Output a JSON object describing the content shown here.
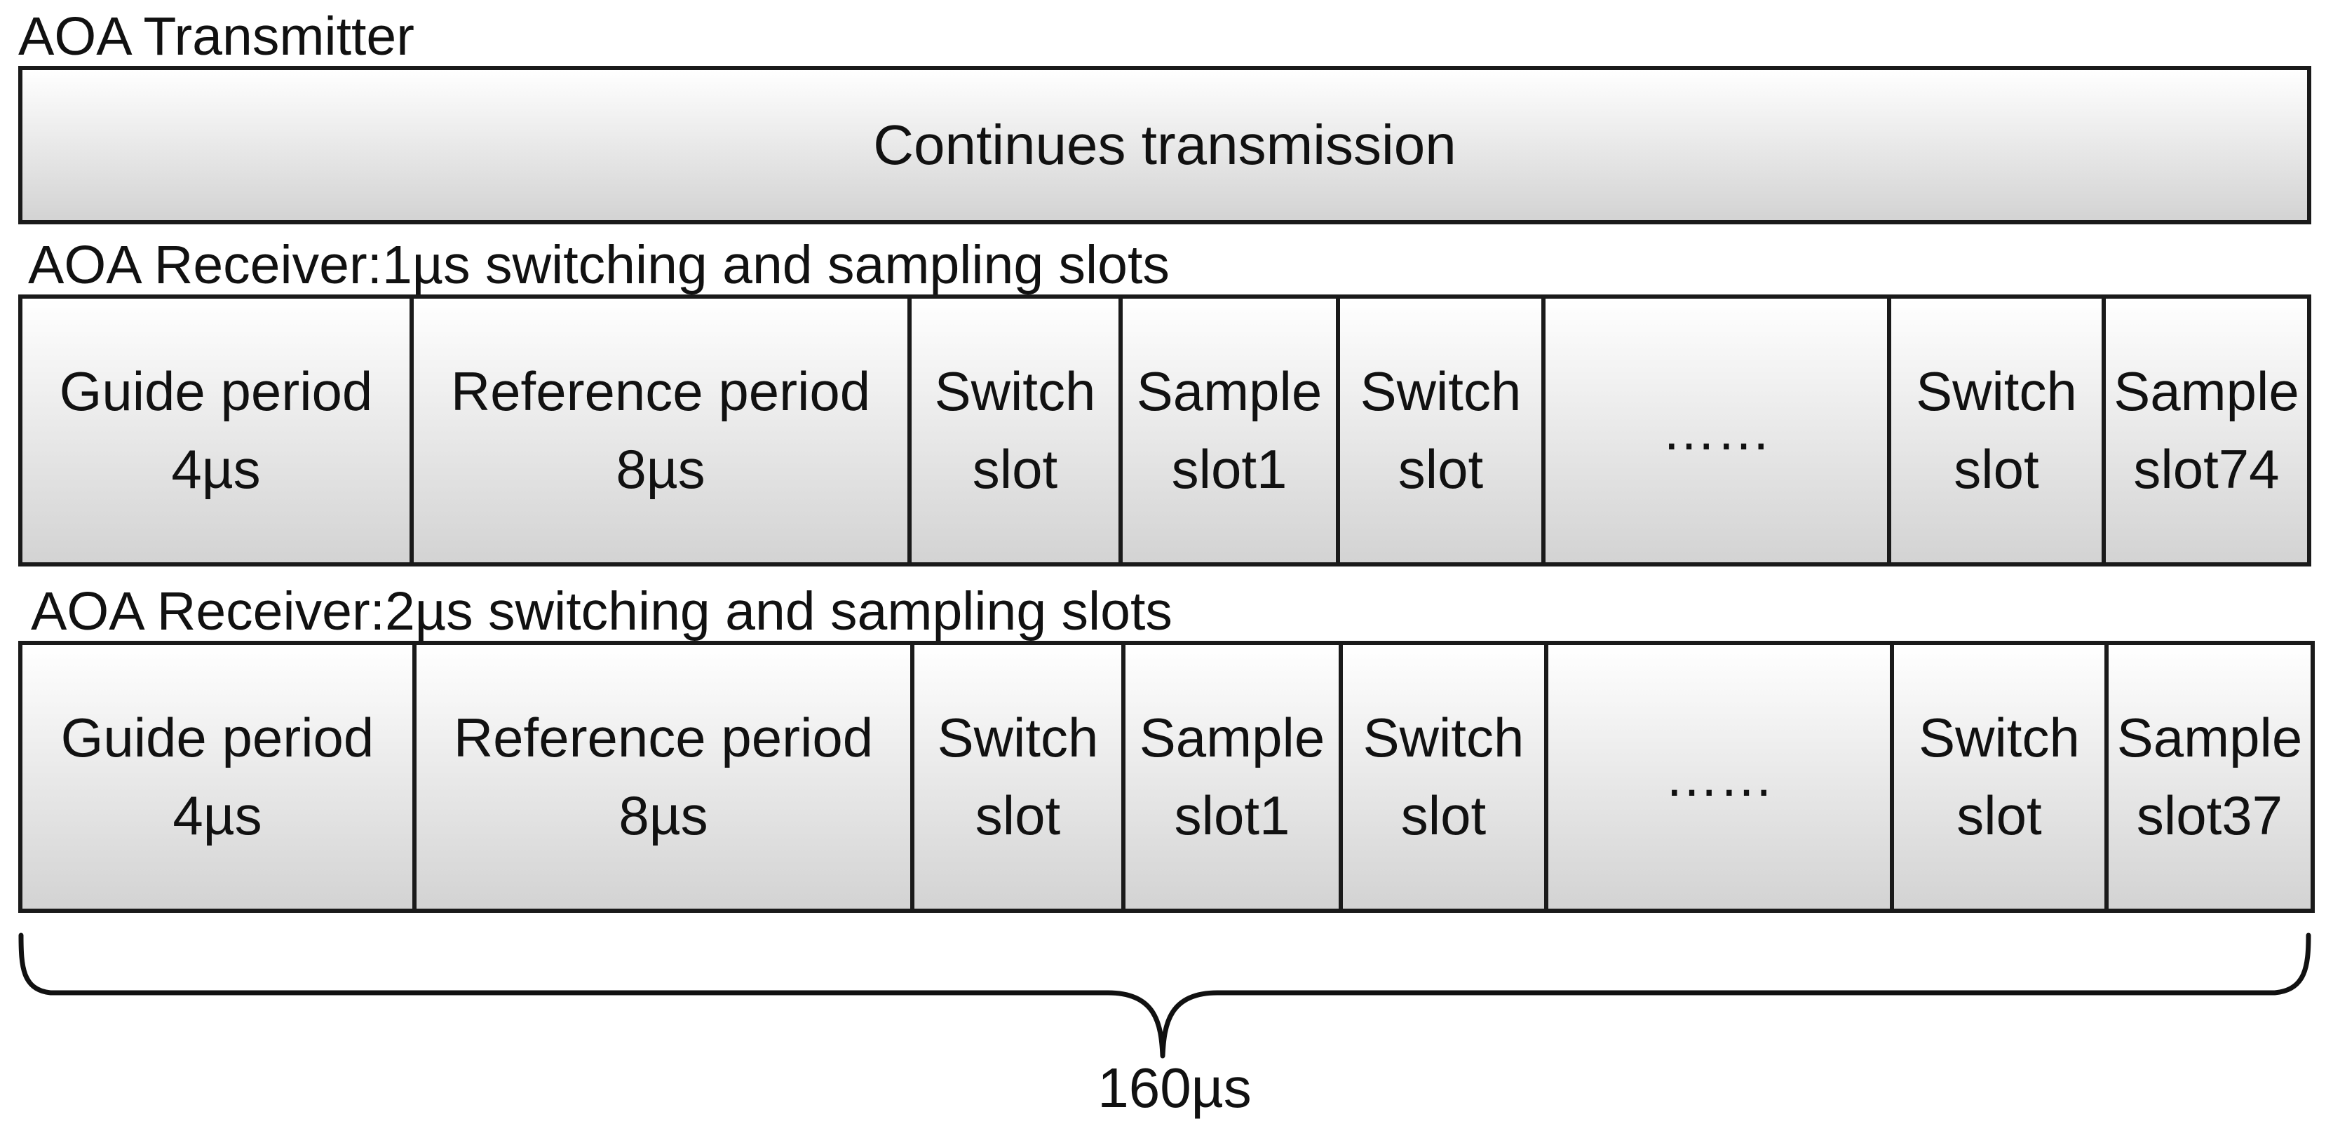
{
  "transmitter": {
    "label": "AOA Transmitter",
    "bar_text": "Continues transmission"
  },
  "receiver_1us": {
    "label": "AOA Receiver:1µs switching and sampling slots",
    "cells": [
      {
        "line1": "Guide period",
        "line2": "4µs"
      },
      {
        "line1": "Reference period",
        "line2": "8µs"
      },
      {
        "line1": "Switch",
        "line2": "slot"
      },
      {
        "line1": "Sample",
        "line2": "slot1"
      },
      {
        "line1": "Switch",
        "line2": "slot"
      },
      {
        "line1": "……",
        "line2": ""
      },
      {
        "line1": "Switch",
        "line2": "slot"
      },
      {
        "line1": "Sample",
        "line2": "slot74"
      }
    ]
  },
  "receiver_2us": {
    "label": "AOA Receiver:2µs switching and sampling slots",
    "cells": [
      {
        "line1": "Guide period",
        "line2": "4µs"
      },
      {
        "line1": "Reference period",
        "line2": "8µs"
      },
      {
        "line1": "Switch",
        "line2": "slot"
      },
      {
        "line1": "Sample",
        "line2": "slot1"
      },
      {
        "line1": "Switch",
        "line2": "slot"
      },
      {
        "line1": "……",
        "line2": ""
      },
      {
        "line1": "Switch",
        "line2": "slot"
      },
      {
        "line1": "Sample",
        "line2": "slot37"
      }
    ]
  },
  "total_duration": "160µs"
}
